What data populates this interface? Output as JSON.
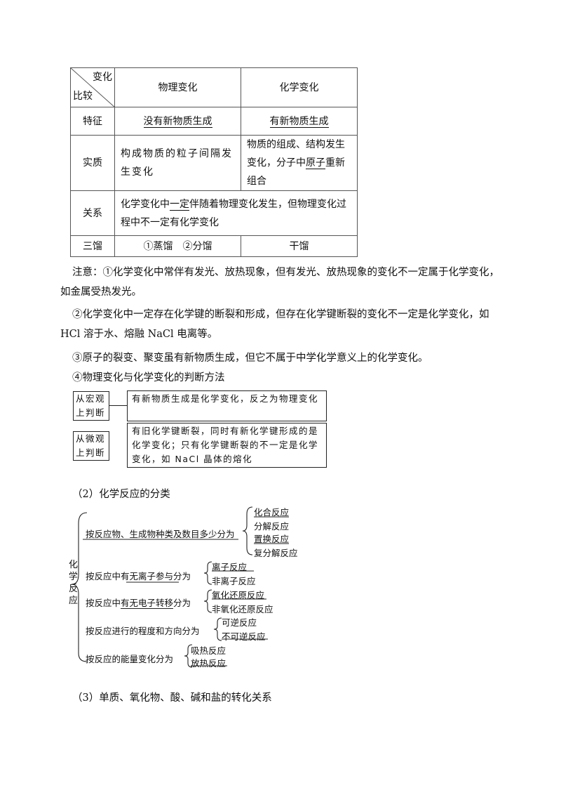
{
  "table": {
    "corner_top": "变化",
    "corner_bottom": "比较",
    "col_physical": "物理变化",
    "col_chemical": "化学变化",
    "rows": [
      {
        "label": "特征",
        "physical": "没有新物质生成",
        "chemical": "有新物质生成"
      },
      {
        "label": "实质",
        "physical": "构成物质的粒子间隔发生变化",
        "chemical_pre": "物质的组成、结构发生变化，分子中",
        "chemical_ul": "原子",
        "chemical_post": "重新组合"
      },
      {
        "label": "关系",
        "merged_pre": "化学变化中",
        "merged_ul": "一定",
        "merged_post": "伴随着物理变化发生，但物理变化过程中不一定有化学变化"
      },
      {
        "label": "三馏",
        "physical": "①蒸馏　②分馏",
        "chemical": "干馏"
      }
    ]
  },
  "notes": {
    "n1": "注意：①化学变化中常伴有发光、放热现象，但有发光、放热现象的变化不一定属于化学变化，如金属受热发光。",
    "n2": "②化学变化中一定存在化学键的断裂和形成，但存在化学键断裂的变化不一定是化学变化，如 HCl 溶于水、熔融 NaCl 电离等。",
    "n3": "③原子的裂变、聚变虽有新物质生成，但它不属于中学化学意义上的化学变化。",
    "n4": "④物理变化与化学变化的判断方法"
  },
  "judge": {
    "macro_label": "从宏观上判断",
    "macro_text": "有新物质生成是化学变化，反之为物理变化",
    "micro_label": "从微观上判断",
    "micro_text": "有旧化学键断裂，同时有新化学键形成的是化学变化；只有化学键断裂的不一定是化学变化，如 NaCl 晶体的熔化"
  },
  "sec2": "（2）化学反应的分类",
  "classify": {
    "root": "化学反应",
    "b1": "按反应物、生成物种类及数目多少分为",
    "b1_items": [
      "化合反应",
      "分解反应",
      "置换反应",
      "复分解反应"
    ],
    "b2_pre": "按反应中",
    "b2_ul": "有无离子参与",
    "b2_post": "分为",
    "b2_items": [
      "离子反应",
      "非离子反应"
    ],
    "b3_pre": "按反应中",
    "b3_ul": "有无电子转移",
    "b3_post": "分为",
    "b3_items": [
      "氧化还原反应",
      "非氧化还原反应"
    ],
    "b4": "按反应进行的程度和方向分为",
    "b4_items": [
      "可逆反应",
      "不可逆反应"
    ],
    "b5": "按反应的能量变化分为",
    "b5_items": [
      "吸热反应",
      "放热反应"
    ]
  },
  "sec3": "（3）单质、氧化物、酸、碱和盐的转化关系"
}
